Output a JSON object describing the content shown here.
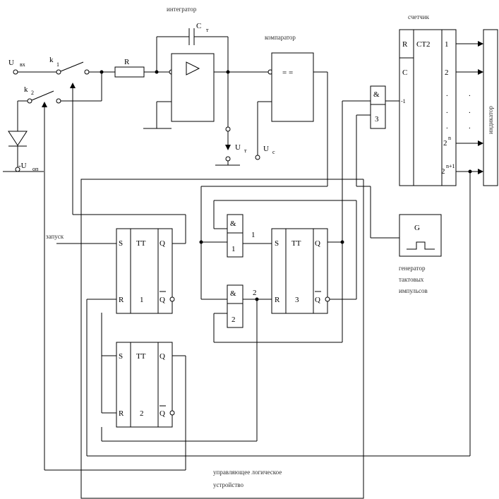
{
  "labels": {
    "integrator": "интегратор",
    "capacitor": "C",
    "capacitor_sub": "т",
    "comparator": "компаратор",
    "comparator_symbol": "= =",
    "counter": "счетчик",
    "resistor": "R",
    "u_in": "U",
    "u_in_sub": "вх",
    "k1": "k",
    "k1_sub": "1",
    "k2": "k",
    "k2_sub": "2",
    "u_ref": "-U",
    "u_ref_sub": "оп",
    "u_t": "U",
    "u_t_sub": "т",
    "u_c": "U",
    "u_c_sub": "с",
    "start": "запуск",
    "generator_line1": "генератор",
    "generator_line2": "тактовых",
    "generator_line3": "импульсов",
    "generator": "G",
    "indicator": "индикатор",
    "control_line1": "управляющее логическое",
    "control_line2": "устройство"
  },
  "counter": {
    "reset": "R",
    "clock": "C",
    "enable": "-1",
    "title": "CT2",
    "out1": "1",
    "out2": "2",
    "dots": ".",
    "outn": "2",
    "outn_sup": "n",
    "outn1": "2",
    "outn1_sup": "n+1"
  },
  "and3": {
    "sym": "&",
    "num": "3"
  },
  "and1": {
    "sym": "&",
    "num": "1",
    "out": "1"
  },
  "and2": {
    "sym": "&",
    "num": "2",
    "out": "2"
  },
  "ff1": {
    "s": "S",
    "r": "R",
    "tt": "TT",
    "num": "1",
    "q": "Q",
    "qn": "Q"
  },
  "ff2": {
    "s": "S",
    "r": "R",
    "tt": "TT",
    "num": "2",
    "q": "Q",
    "qn": "Q"
  },
  "ff3": {
    "s": "S",
    "r": "R",
    "tt": "TT",
    "num": "3",
    "q": "Q",
    "qn": "Q"
  }
}
